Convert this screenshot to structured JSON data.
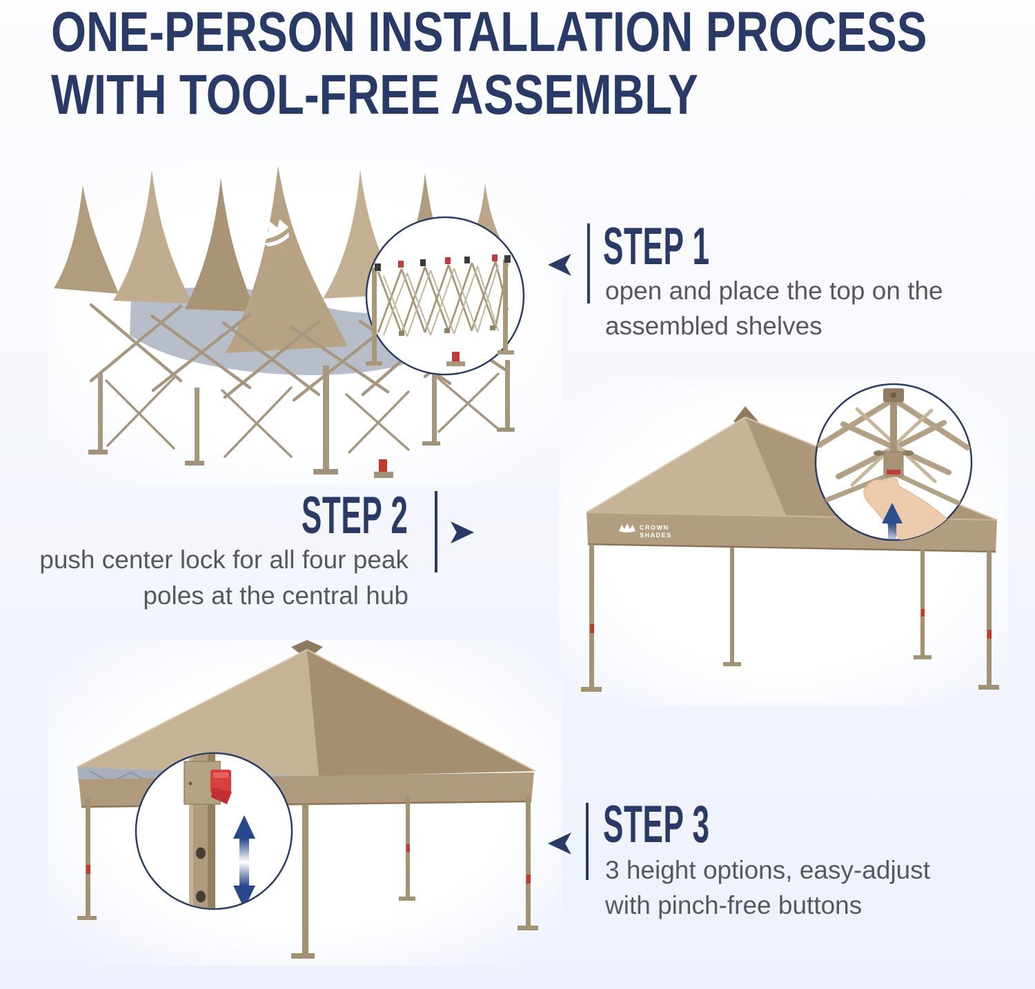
{
  "title": {
    "line1": "ONE-PERSON INSTALLATION PROCESS",
    "line2": "WITH TOOL-FREE ASSEMBLY"
  },
  "brand": {
    "name_line1": "CROWN",
    "name_line2": "SHADES"
  },
  "steps": [
    {
      "label": "STEP 1",
      "desc_line1": "open and place the top on the",
      "desc_line2": "assembled shelves",
      "arrow_direction": "left",
      "figure": "folded canopy top resting on collapsed frame, inset circle shows bare accordion frame"
    },
    {
      "label": "STEP 2",
      "desc_line1": "push center lock for all four peak",
      "desc_line2": "poles at the central hub",
      "arrow_direction": "right",
      "figure": "opened canopy, inset circle shows hand pushing center hub lock upward"
    },
    {
      "label": "STEP 3",
      "desc_line1": "3 height options, easy-adjust",
      "desc_line2": "with pinch-free buttons",
      "arrow_direction": "left",
      "figure": "fully raised canopy, inset circle shows leg pole with red pinch-free height button"
    }
  ],
  "colors": {
    "heading_navy": "#2a3a67",
    "body_gray": "#57585a",
    "canopy_tan": "#b5a083",
    "frame_tan": "#a39174",
    "button_red": "#d23c3f",
    "inset_arrow_blue": "#2d4f8e",
    "background_top": "#fdfdff",
    "background_bottom": "#ecf0fa"
  }
}
